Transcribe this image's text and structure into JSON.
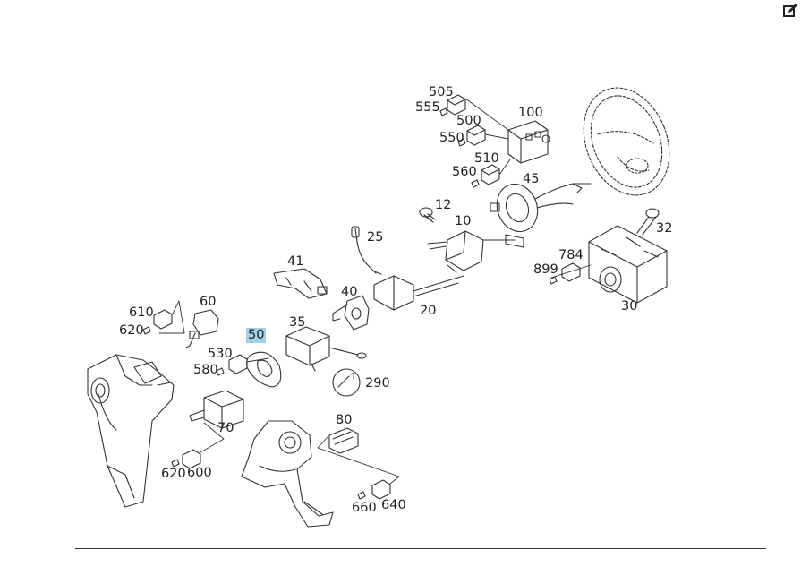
{
  "toolbar": {
    "edit_icon": "edit-icon"
  },
  "diagram": {
    "highlight_color": "#9fd2e8",
    "callouts": [
      {
        "id": "505",
        "label": "505"
      },
      {
        "id": "555",
        "label": "555"
      },
      {
        "id": "500",
        "label": "500"
      },
      {
        "id": "100",
        "label": "100"
      },
      {
        "id": "550",
        "label": "550"
      },
      {
        "id": "510",
        "label": "510"
      },
      {
        "id": "560",
        "label": "560"
      },
      {
        "id": "45",
        "label": "45"
      },
      {
        "id": "12",
        "label": "12"
      },
      {
        "id": "10",
        "label": "10"
      },
      {
        "id": "32",
        "label": "32"
      },
      {
        "id": "25",
        "label": "25"
      },
      {
        "id": "784",
        "label": "784"
      },
      {
        "id": "899",
        "label": "899"
      },
      {
        "id": "41",
        "label": "41"
      },
      {
        "id": "40",
        "label": "40"
      },
      {
        "id": "20",
        "label": "20"
      },
      {
        "id": "30",
        "label": "30"
      },
      {
        "id": "60",
        "label": "60"
      },
      {
        "id": "610",
        "label": "610"
      },
      {
        "id": "620a",
        "label": "620"
      },
      {
        "id": "35",
        "label": "35"
      },
      {
        "id": "50",
        "label": "50",
        "highlighted": true
      },
      {
        "id": "530",
        "label": "530"
      },
      {
        "id": "580",
        "label": "580"
      },
      {
        "id": "290",
        "label": "290"
      },
      {
        "id": "80",
        "label": "80"
      },
      {
        "id": "70",
        "label": "70"
      },
      {
        "id": "620b",
        "label": "620"
      },
      {
        "id": "600",
        "label": "600"
      },
      {
        "id": "660",
        "label": "660"
      },
      {
        "id": "640",
        "label": "640"
      }
    ]
  }
}
